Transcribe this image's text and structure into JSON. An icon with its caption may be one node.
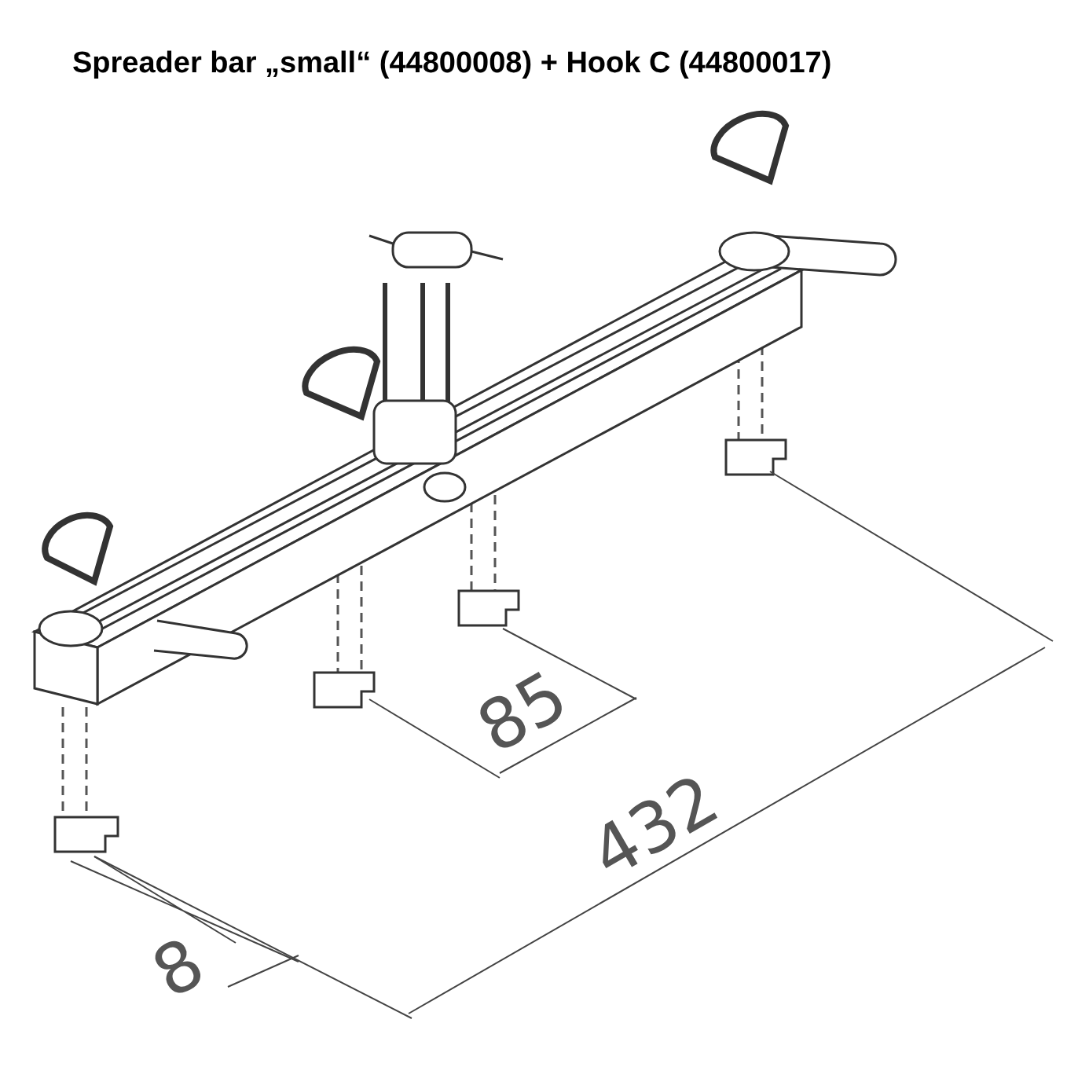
{
  "diagram": {
    "title": "Spreader bar „small“ (44800008) + Hook C (44800017)",
    "labels": [
      "85",
      "432",
      "8"
    ]
  }
}
